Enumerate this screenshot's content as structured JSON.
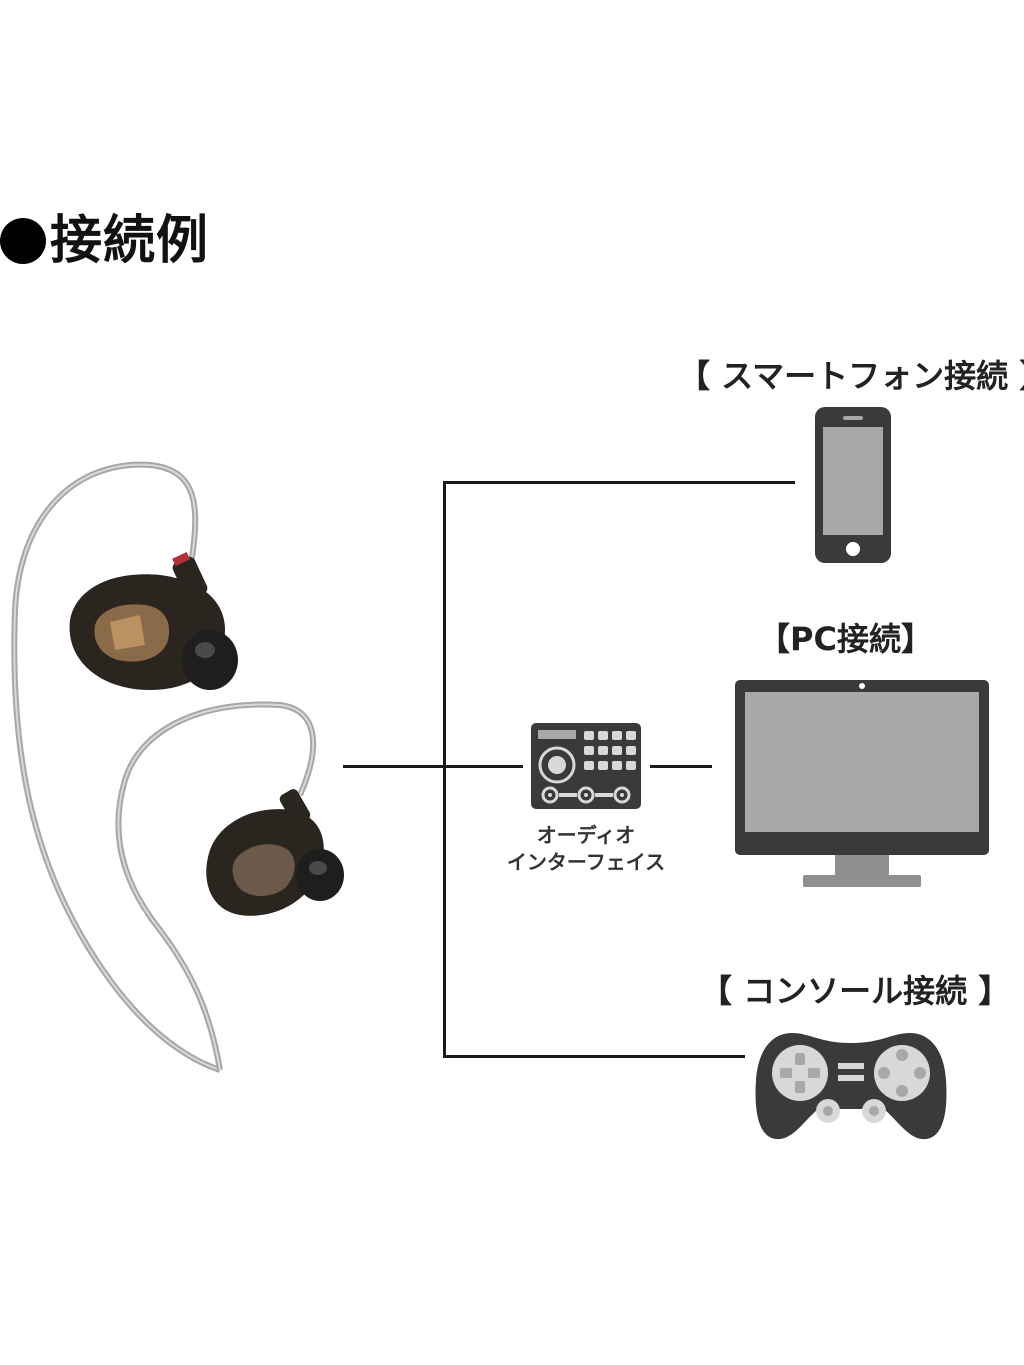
{
  "heading": {
    "bullet": "●",
    "text": "接続例"
  },
  "devices": {
    "smartphone": {
      "label": "【 スマートフォン接続 】",
      "icon": "smartphone-icon"
    },
    "pc": {
      "label": "【PC接続】",
      "icon": "monitor-icon"
    },
    "console": {
      "label": "【 コンソール接続 】",
      "icon": "gamepad-icon"
    }
  },
  "interface": {
    "line1": "オーディオ",
    "line2": "インターフェイス",
    "icon": "audio-interface-icon"
  },
  "product": {
    "icon": "earphones-image"
  },
  "colors": {
    "icon_dark": "#3a3a3a",
    "screen_gray": "#a8a8a8",
    "line": "#1a1a1a",
    "earphone_shell": "#2b2520",
    "cable": "#b0b0b0"
  }
}
